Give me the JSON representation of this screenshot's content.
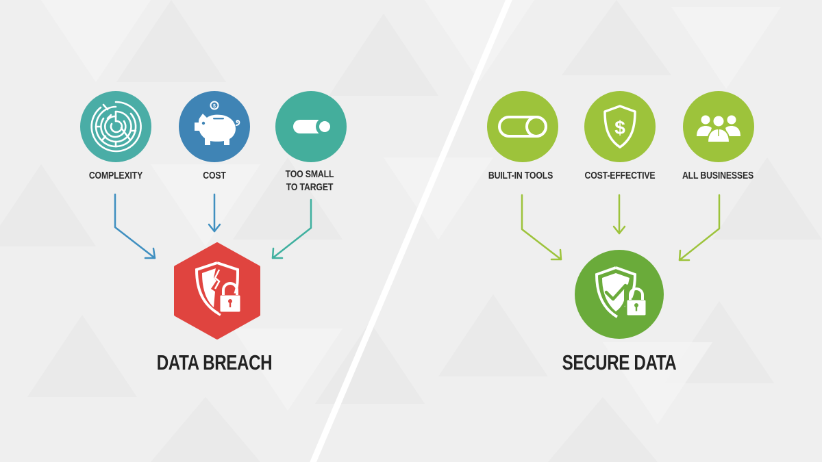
{
  "colors": {
    "background": "#efefef",
    "complexity": "#4aada6",
    "cost": "#3f84b5",
    "too_small": "#44ae9c",
    "green_cause": "#9dc33b",
    "data_breach": "#e0443f",
    "secure_data": "#6aab3a",
    "text": "#2a2a2a",
    "divider": "#ffffff"
  },
  "left_panel": {
    "causes": [
      {
        "label": "COMPLEXITY",
        "icon": "maze-icon"
      },
      {
        "label": "COST",
        "icon": "piggy-bank-icon"
      },
      {
        "label": "TOO SMALL\nTO TARGET",
        "icon": "toggle-icon"
      }
    ],
    "outcome": {
      "label": "DATA BREACH",
      "icon": "broken-shield-lock-icon"
    }
  },
  "right_panel": {
    "causes": [
      {
        "label": "BUILT-IN TOOLS",
        "icon": "toggle-switch-icon"
      },
      {
        "label": "COST-EFFECTIVE",
        "icon": "shield-dollar-icon"
      },
      {
        "label": "ALL BUSINESSES",
        "icon": "people-group-icon"
      }
    ],
    "outcome": {
      "label": "SECURE DATA",
      "icon": "shield-check-lock-icon"
    }
  }
}
